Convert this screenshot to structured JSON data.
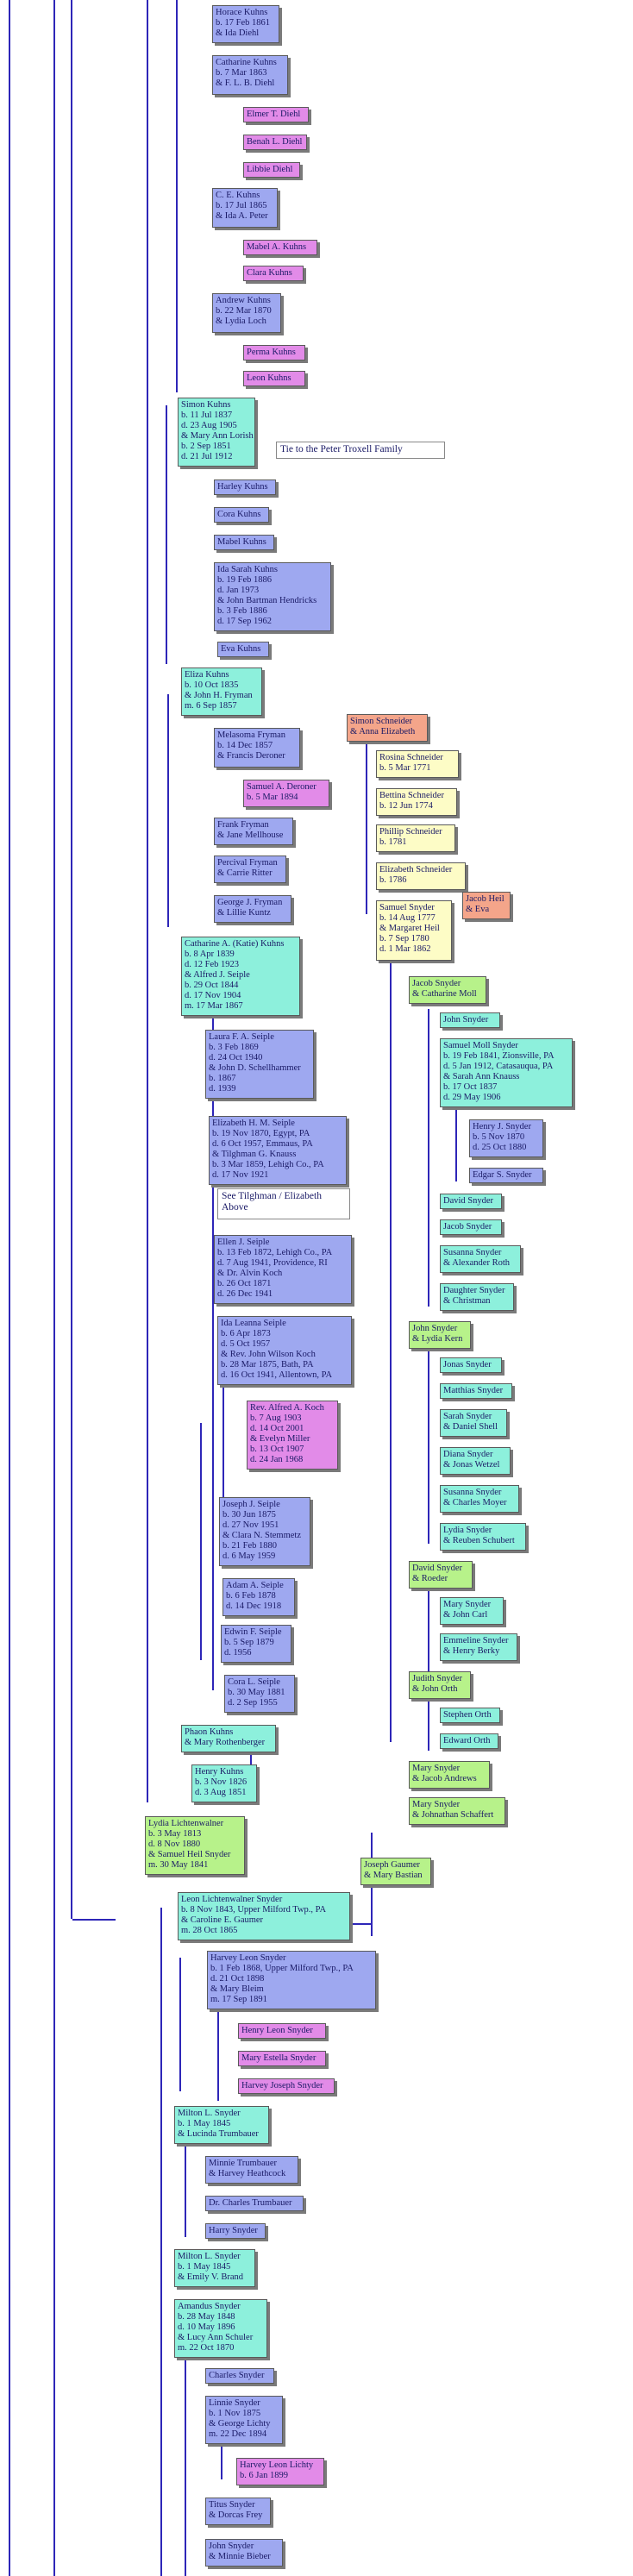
{
  "people": {
    "horace_kuhns": [
      "Horace Kuhns",
      "b. 17 Feb 1861",
      "& Ida Diehl"
    ],
    "catharine_kuhns": [
      "Catharine Kuhns",
      "b. 7 Mar 1863",
      "& F. L. B. Diehl"
    ],
    "elmer_diehl": [
      "Elmer T. Diehl"
    ],
    "benah_diehl": [
      "Benah L. Diehl"
    ],
    "libbie_diehl": [
      "Libbie Diehl"
    ],
    "ce_kuhns": [
      "C. E. Kuhns",
      "b. 17 Jul 1865",
      "& Ida A. Peter"
    ],
    "mabel_a_kuhns": [
      "Mabel A. Kuhns"
    ],
    "clara_kuhns": [
      "Clara Kuhns"
    ],
    "andrew_kuhns": [
      "Andrew Kuhns",
      "b. 22 Mar 1870",
      "& Lydia Loch"
    ],
    "perma_kuhns": [
      "Perma Kuhns"
    ],
    "leon_kuhns": [
      "Leon Kuhns"
    ],
    "simon_kuhns": [
      "Simon Kuhns",
      "b. 11 Jul 1837",
      "d. 23 Aug 1905",
      "& Mary Ann Lorish",
      "b. 2 Sep 1851",
      "d. 21 Jul 1912"
    ],
    "harley_kuhns": [
      "Harley Kuhns"
    ],
    "cora_kuhns": [
      "Cora Kuhns"
    ],
    "mabel_kuhns": [
      "Mabel Kuhns"
    ],
    "ida_sarah_kuhns": [
      "Ida Sarah Kuhns",
      "b. 19 Feb 1886",
      "d. Jan 1973",
      "& John Bartman Hendricks",
      "b. 3 Feb 1886",
      "d. 17 Sep 1962"
    ],
    "eva_kuhns": [
      "Eva Kuhns"
    ],
    "eliza_kuhns": [
      "Eliza Kuhns",
      "b. 10 Oct 1835",
      "& John H. Fryman",
      "m. 6 Sep 1857"
    ],
    "melasoma_fryman": [
      "Melasoma Fryman",
      "b. 14 Dec 1857",
      "& Francis Deroner"
    ],
    "samuel_deroner": [
      "Samuel A. Deroner",
      "b. 5 Mar 1894"
    ],
    "frank_fryman": [
      "Frank Fryman",
      "& Jane Mellhouse"
    ],
    "percival_fryman": [
      "Percival Fryman",
      "& Carrie Ritter"
    ],
    "george_fryman": [
      "George J. Fryman",
      "& Lillie Kuntz"
    ],
    "simon_schneider": [
      "Simon Schneider",
      "& Anna Elizabeth"
    ],
    "rosina_schneider": [
      "Rosina Schneider",
      "b. 5 Mar 1771"
    ],
    "bettina_schneider": [
      "Bettina Schneider",
      "b. 12 Jun 1774"
    ],
    "phillip_schneider": [
      "Phillip Schneider",
      "b. 1781"
    ],
    "elizabeth_schneider": [
      "Elizabeth Schneider",
      "b. 1786"
    ],
    "samuel_snyder_1777": [
      "Samuel Snyder",
      "b. 14 Aug 1777",
      "& Margaret Heil",
      "b. 7 Sep 1780",
      "d. 1 Mar 1862"
    ],
    "jacob_heil": [
      "Jacob Heil",
      "& Eva"
    ],
    "jacob_snyder_moll": [
      "Jacob Snyder",
      "& Catharine Moll"
    ],
    "john_snyder_a": [
      "John Snyder"
    ],
    "samuel_moll_snyder": [
      "Samuel Moll Snyder",
      "b. 19 Feb 1841, Zionsville, PA",
      "d. 5 Jan 1912, Catasauqua, PA",
      "& Sarah Ann Knauss",
      "b. 17 Oct 1837",
      "d. 29 May 1906"
    ],
    "henry_j_snyder": [
      "Henry J. Snyder",
      "b. 5 Nov 1870",
      "d. 25 Oct 1880"
    ],
    "edgar_s_snyder": [
      "Edgar S. Snyder"
    ],
    "david_snyder_a": [
      "David Snyder"
    ],
    "jacob_snyder_b": [
      "Jacob Snyder"
    ],
    "susanna_snyder_roth": [
      "Susanna Snyder",
      "& Alexander Roth"
    ],
    "daughter_snyder": [
      "Daughter Snyder",
      "& Christman"
    ],
    "catharine_a_kuhns": [
      "Catharine A. (Katie) Kuhns",
      "b. 8 Apr 1839",
      "d. 12 Feb 1923",
      "& Alfred J. Seiple",
      "b. 29 Oct 1844",
      "d. 17 Nov 1904",
      "m. 17 Mar 1867"
    ],
    "laura_seiple": [
      "Laura F. A. Seiple",
      "b. 3 Feb 1869",
      "d. 24 Oct 1940",
      "& John D. Schellhammer",
      "b. 1867",
      "d. 1939"
    ],
    "elizabeth_seiple": [
      "Elizabeth H. M. Seiple",
      "b. 19 Nov 1870, Egypt, PA",
      "d. 6 Oct 1957, Emmaus, PA",
      "& Tilghman G. Knauss",
      "b. 3 Mar 1859, Lehigh Co., PA",
      "d. 17 Nov 1921"
    ],
    "ellen_seiple": [
      "Ellen J. Seiple",
      "b. 13 Feb 1872, Lehigh Co., PA",
      "d. 7 Aug 1941, Providence, RI",
      "& Dr. Alvin Koch",
      "b. 26 Oct 1871",
      "d. 26 Dec 1941"
    ],
    "ida_leanna_seiple": [
      "Ida Leanna Seiple",
      "b. 6 Apr 1873",
      "d. 5 Oct 1957",
      "& Rev. John Wilson Koch",
      "b. 28 Mar 1875, Bath, PA",
      "d. 16 Oct 1941, Allentown, PA"
    ],
    "rev_alfred_koch": [
      "Rev. Alfred A. Koch",
      "b. 7 Aug 1903",
      "d. 14 Oct 2001",
      "& Evelyn Miller",
      "b. 13 Oct 1907",
      "d. 24 Jan 1968"
    ],
    "joseph_seiple": [
      "Joseph J. Seiple",
      "b. 30 Jun 1875",
      "d. 27 Nov 1951",
      "& Clara N. Stemmetz",
      "b. 21 Feb 1880",
      "d. 6 May 1959"
    ],
    "adam_seiple": [
      "Adam A. Seiple",
      "b. 6 Feb 1878",
      "d. 14 Dec 1918"
    ],
    "edwin_seiple": [
      "Edwin F. Seiple",
      "b. 5 Sep 1879",
      "d. 1956"
    ],
    "cora_seiple": [
      "Cora L. Seiple",
      "b. 30 May 1881",
      "d. 2 Sep 1955"
    ],
    "john_snyder_kern": [
      "John Snyder",
      "& Lydia Kern"
    ],
    "jonas_snyder": [
      "Jonas Snyder"
    ],
    "matthias_snyder": [
      "Matthias Snyder"
    ],
    "sarah_snyder": [
      "Sarah Snyder",
      "& Daniel Shell"
    ],
    "diana_snyder": [
      "Diana Snyder",
      "& Jonas Wetzel"
    ],
    "susanna_snyder_moyer": [
      "Susanna Snyder",
      "& Charles Moyer"
    ],
    "lydia_snyder_schubert": [
      "Lydia Snyder",
      "& Reuben Schubert"
    ],
    "david_snyder_rœder": [
      "David Snyder",
      "& Roeder"
    ],
    "mary_snyder_carl": [
      "Mary Snyder",
      "& John Carl"
    ],
    "emmeline_snyder": [
      "Emmeline Snyder",
      "& Henry Berky"
    ],
    "judith_snyder": [
      "Judith Snyder",
      "& John Orth"
    ],
    "stephen_orth": [
      "Stephen Orth"
    ],
    "edward_orth": [
      "Edward Orth"
    ],
    "mary_snyder_andrews": [
      "Mary Snyder",
      "& Jacob Andrews"
    ],
    "mary_snyder_schaffert": [
      "Mary Snyder",
      "& Johnathan Schaffert"
    ],
    "phaon_kuhns": [
      "Phaon Kuhns",
      "& Mary Rothenberger"
    ],
    "henry_kuhns": [
      "Henry Kuhns",
      "b. 3 Nov 1826",
      "d. 3 Aug 1851"
    ],
    "lydia_lichtenwalner": [
      "Lydia Lichtenwalner",
      "b. 3 May 1813",
      "d. 8 Nov 1880",
      "& Samuel Heil Snyder",
      "m. 30 May 1841"
    ],
    "joseph_gaumer": [
      "Joseph Gaumer",
      "& Mary Bastian"
    ],
    "leon_lichtenwalner": [
      "Leon Lichtenwalner Snyder",
      "b. 8 Nov 1843, Upper Milford Twp., PA",
      "& Caroline E. Gaumer",
      "m. 28 Oct 1865"
    ],
    "harvey_leon_snyder": [
      "Harvey Leon Snyder",
      "b. 1 Feb 1868, Upper Milford Twp., PA",
      "d. 21 Oct 1898",
      "& Mary Bleim",
      "m. 17 Sep 1891"
    ],
    "henry_leon_snyder": [
      "Henry Leon Snyder"
    ],
    "mary_estella_snyder": [
      "Mary Estella Snyder"
    ],
    "harvey_joseph_snyder": [
      "Harvey Joseph Snyder"
    ],
    "milton_snyder_a": [
      "Milton L. Snyder",
      "b. 1 May 1845",
      "& Lucinda Trumbauer"
    ],
    "minnie_trumbauer": [
      "Minnie Trumbauer",
      "& Harvey Heathcock"
    ],
    "charles_trumbauer": [
      "Dr. Charles Trumbauer"
    ],
    "harry_snyder": [
      "Harry Snyder"
    ],
    "milton_snyder_b": [
      "Milton L. Snyder",
      "b. 1 May 1845",
      "& Emily V. Brand"
    ],
    "amandus_snyder": [
      "Amandus Snyder",
      "b. 28 May 1848",
      "d. 10 May 1896",
      "& Lucy Ann Schuler",
      "m. 22 Oct 1870"
    ],
    "charles_snyder": [
      "Charles Snyder"
    ],
    "linnie_snyder": [
      "Linnie Snyder",
      "b. 1 Nov 1875",
      "& George Lichty",
      "m. 22 Dec 1894"
    ],
    "harvey_leon_lichty": [
      "Harvey Leon Lichty",
      "b. 6 Jan 1899"
    ],
    "titus_snyder": [
      "Titus Snyder",
      "& Dorcas Frey"
    ],
    "john_snyder_bieber": [
      "John Snyder",
      "& Minnie Bieber"
    ]
  },
  "notes": {
    "peter_troxell": "Tie to the Peter Troxell Family",
    "see_tilghman": [
      "See Tilghman / Elizabeth",
      "Above"
    ]
  },
  "colors": {
    "blue": "#9ea8f0",
    "pink": "#e28be8",
    "teal": "#8df0dc",
    "green": "#b7f28a",
    "yellow": "#fdfcc6",
    "salmon": "#f4a58a",
    "line": "#2e26b8"
  }
}
